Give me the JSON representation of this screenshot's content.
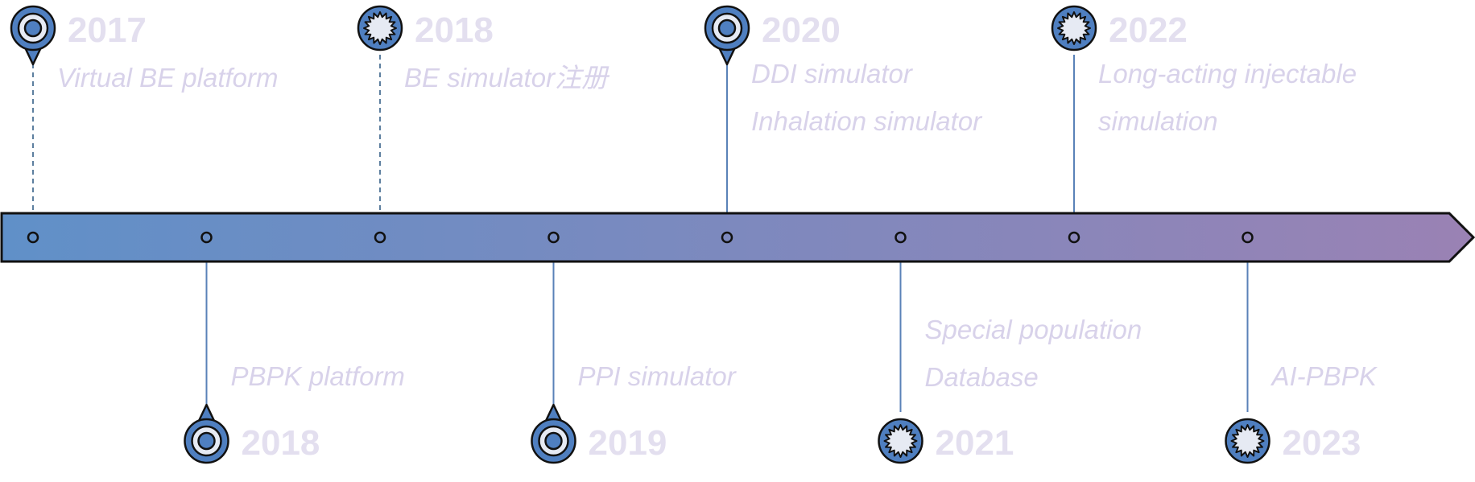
{
  "timeline": {
    "colors": {
      "bar_start": "#6090c8",
      "bar_end": "#9a82b4",
      "outline": "#111111",
      "marker_fill": "#4f7fc0",
      "marker_inner": "#e6eaf3",
      "connector": "#5a82b8",
      "dashed_connector": "#5d7f9f",
      "year_text": "#e3dfef",
      "label_text": "#d8d2ea"
    },
    "events": [
      {
        "year": "2017",
        "lines": [
          "Virtual BE platform"
        ],
        "side": "top",
        "marker": "pin-ring-icon",
        "connector": "dashed"
      },
      {
        "year": "2018",
        "lines": [
          "PBPK platform"
        ],
        "side": "bottom",
        "marker": "pin-ring-icon",
        "connector": "solid"
      },
      {
        "year": "2018",
        "lines": [
          "BE simulator注册"
        ],
        "side": "top",
        "marker": "badge-star-icon",
        "connector": "dashed"
      },
      {
        "year": "2019",
        "lines": [
          "PPI simulator"
        ],
        "side": "bottom",
        "marker": "pin-ring-icon",
        "connector": "solid"
      },
      {
        "year": "2020",
        "lines": [
          "DDI simulator",
          "Inhalation simulator"
        ],
        "side": "top",
        "marker": "pin-ring-icon",
        "connector": "solid"
      },
      {
        "year": "2021",
        "lines": [
          "Special population",
          "Database"
        ],
        "side": "bottom",
        "marker": "badge-star-icon",
        "connector": "solid"
      },
      {
        "year": "2022",
        "lines": [
          "Long-acting injectable",
          "simulation"
        ],
        "side": "top",
        "marker": "badge-star-icon",
        "connector": "solid"
      },
      {
        "year": "2023",
        "lines": [
          "AI-PBPK"
        ],
        "side": "bottom",
        "marker": "badge-star-icon",
        "connector": "solid"
      }
    ]
  }
}
